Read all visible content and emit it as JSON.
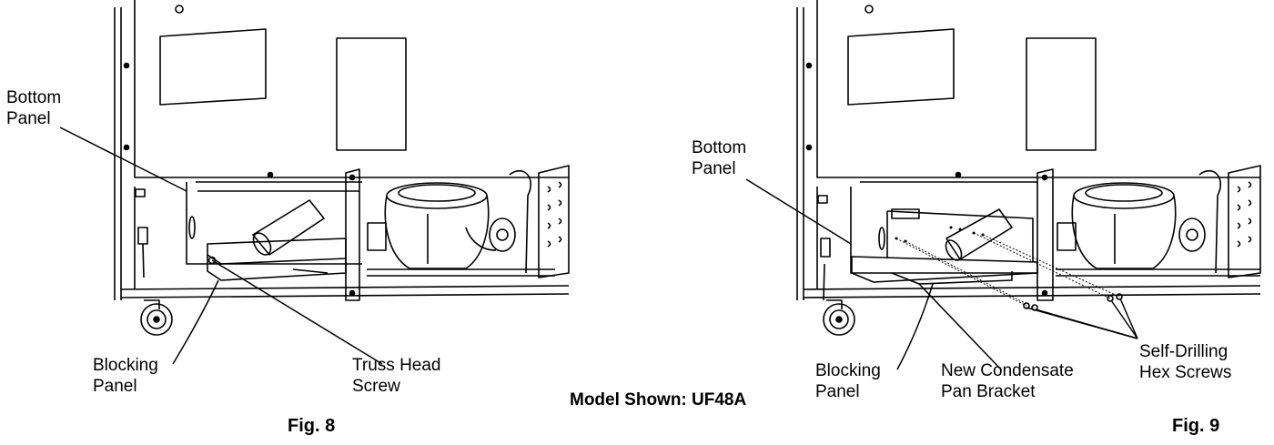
{
  "fig8": {
    "bottom_panel": [
      "Bottom",
      "Panel"
    ],
    "blocking_panel": [
      "Blocking",
      "Panel"
    ],
    "truss_screw": [
      "Truss Head",
      "Screw"
    ],
    "caption": "Fig. 8"
  },
  "fig9": {
    "bottom_panel": [
      "Bottom",
      "Panel"
    ],
    "blocking_panel": [
      "Blocking",
      "Panel"
    ],
    "bracket": [
      "New Condensate",
      "Pan Bracket"
    ],
    "hex_screws": [
      "Self-Drilling",
      "Hex Screws"
    ],
    "caption": "Fig. 9"
  },
  "model_note": "Model Shown: UF48A"
}
